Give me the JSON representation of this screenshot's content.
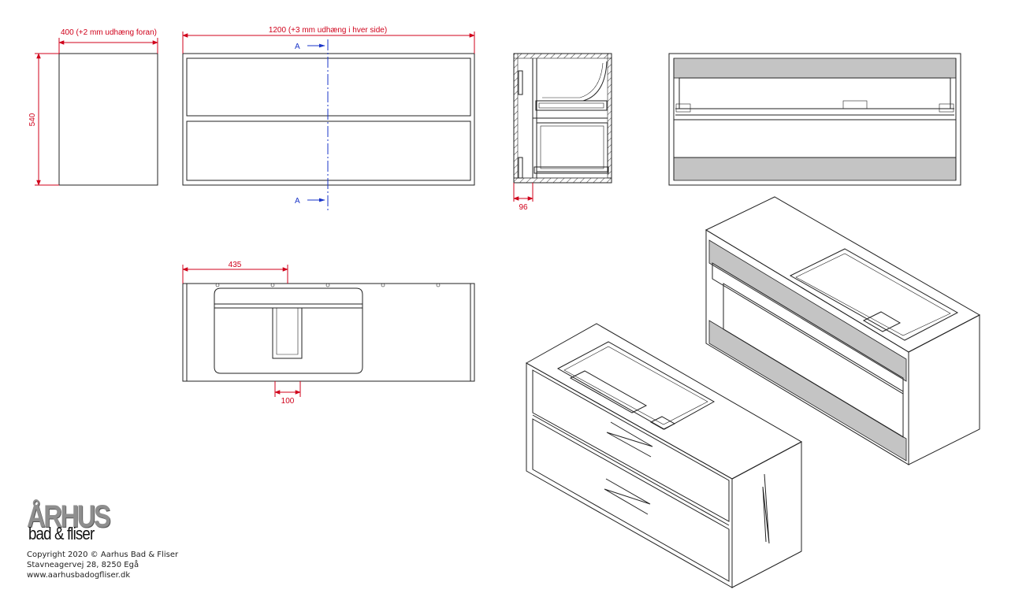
{
  "dimensions": {
    "depth_label": "400 (+2 mm udhæng foran)",
    "width_label": "1200 (+3 mm udhæng i hver side)",
    "height_label": "540",
    "section_marker_top": "A",
    "section_marker_bottom": "A",
    "offset_label": "96",
    "basin_offset_label": "435",
    "drain_width_label": "100"
  },
  "brand": {
    "logo_main": "ÅRHUS",
    "logo_sub": "bad & fliser"
  },
  "footer": {
    "copyright": "Copyright 2020 © Aarhus Bad & Fliser",
    "address": "Stavneagervej 28, 8250 Egå",
    "website": "www.aarhusbadogfliser.dk"
  },
  "colors": {
    "dimension": "#d0021b",
    "section_line": "#1a35c8",
    "outline": "#222222",
    "panel_fill": "#c4c4c4"
  }
}
